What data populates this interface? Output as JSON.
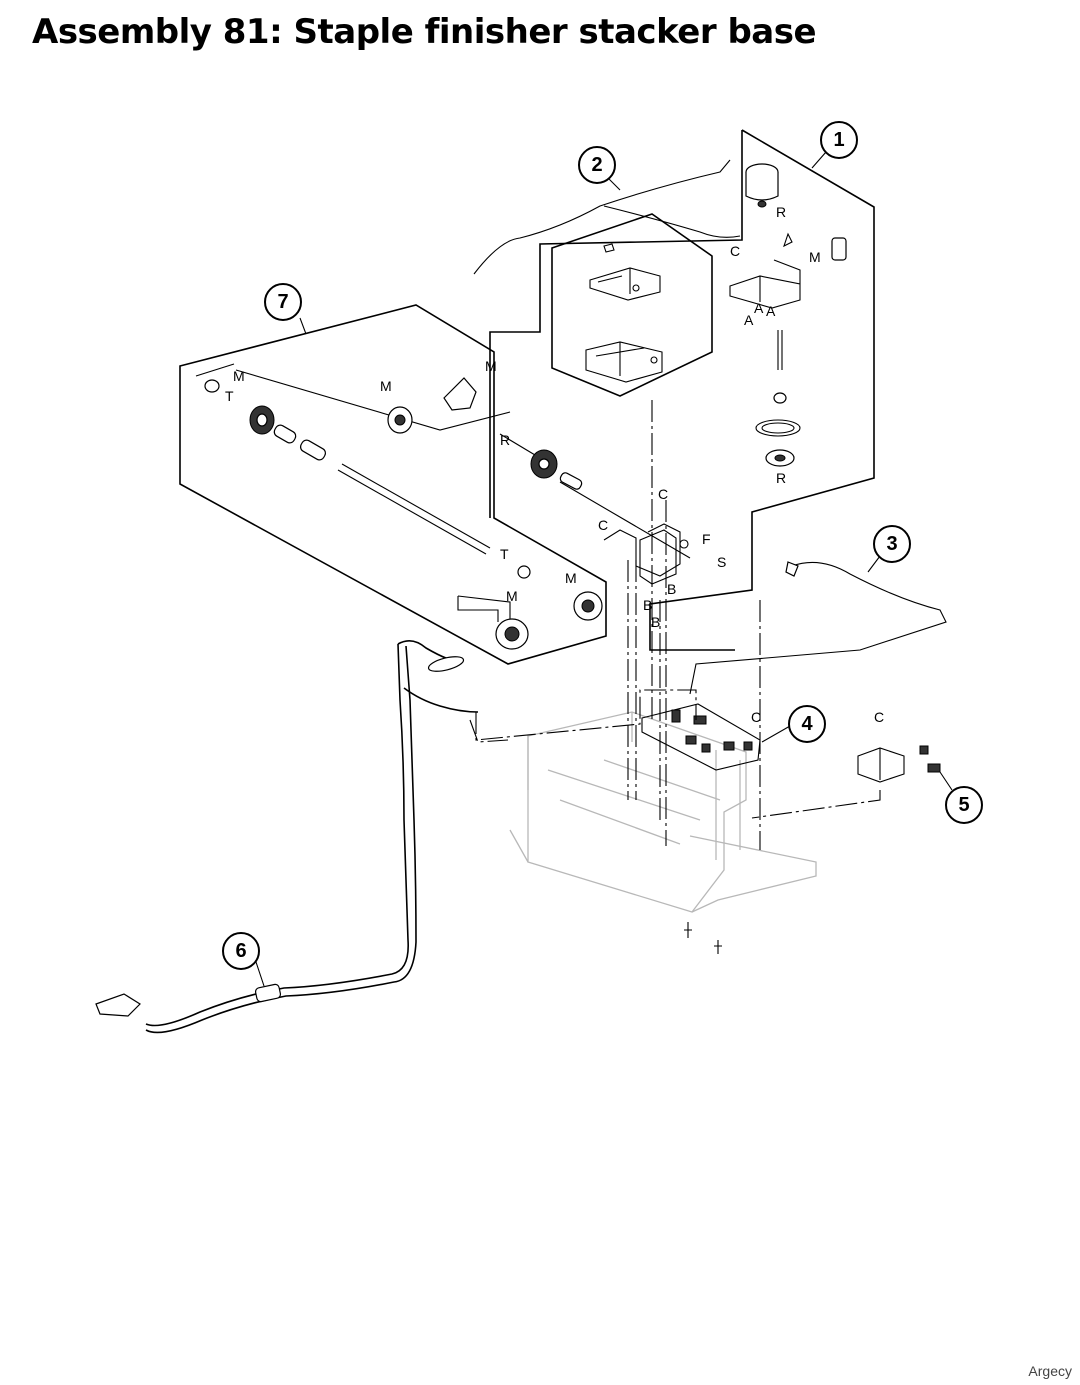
{
  "title": "Assembly 81: Staple finisher stacker base",
  "watermark": "Argecy",
  "callouts": [
    "1",
    "2",
    "3",
    "4",
    "5",
    "6",
    "7"
  ],
  "letters": {
    "M": "M",
    "T": "T",
    "R": "R",
    "C": "C",
    "A": "A",
    "B": "B",
    "F": "F",
    "S": "S"
  }
}
